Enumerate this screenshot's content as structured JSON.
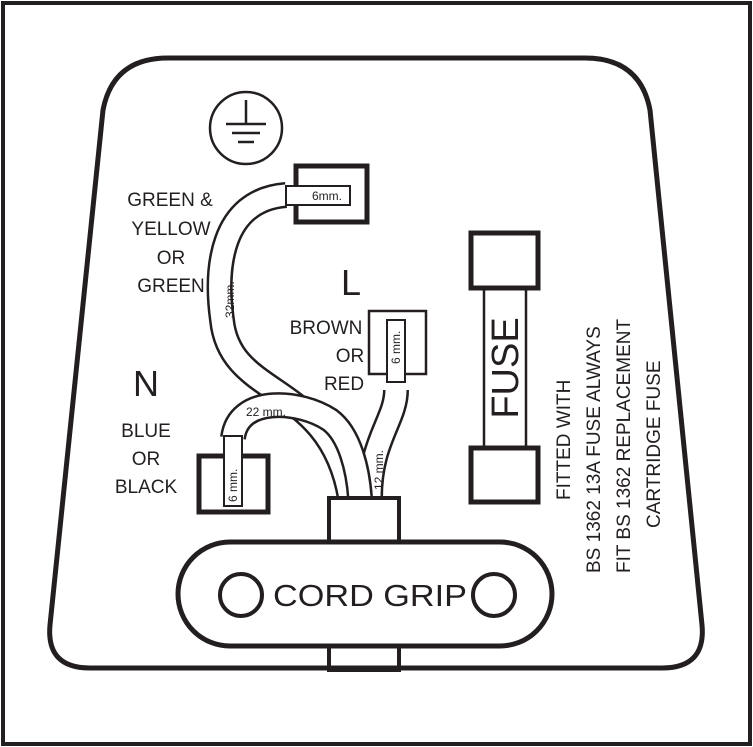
{
  "colors": {
    "ink": "#231f20",
    "background": "#ffffff"
  },
  "icons": {
    "earth": "earth-ground-icon"
  },
  "earth_label": [
    "GREEN &",
    "YELLOW",
    "OR",
    "GREEN"
  ],
  "live": {
    "letter": "L",
    "label": [
      "BROWN",
      "OR",
      "RED"
    ]
  },
  "neutral": {
    "letter": "N",
    "label": [
      "BLUE",
      "OR",
      "BLACK"
    ]
  },
  "measurements": {
    "earth_strip": "6mm.",
    "earth_wire": "32mm.",
    "live_strip": "6 mm.",
    "live_wire": "12 mm.",
    "neutral_strip": "6 mm.",
    "neutral_wire": "22 mm."
  },
  "fuse_label": "FUSE",
  "cord_grip_label": "CORD GRIP",
  "fuse_note": [
    "FITTED WITH",
    "BS 1362 13A FUSE ALWAYS",
    "FIT BS 1362 REPLACEMENT",
    "CARTRIDGE FUSE"
  ]
}
